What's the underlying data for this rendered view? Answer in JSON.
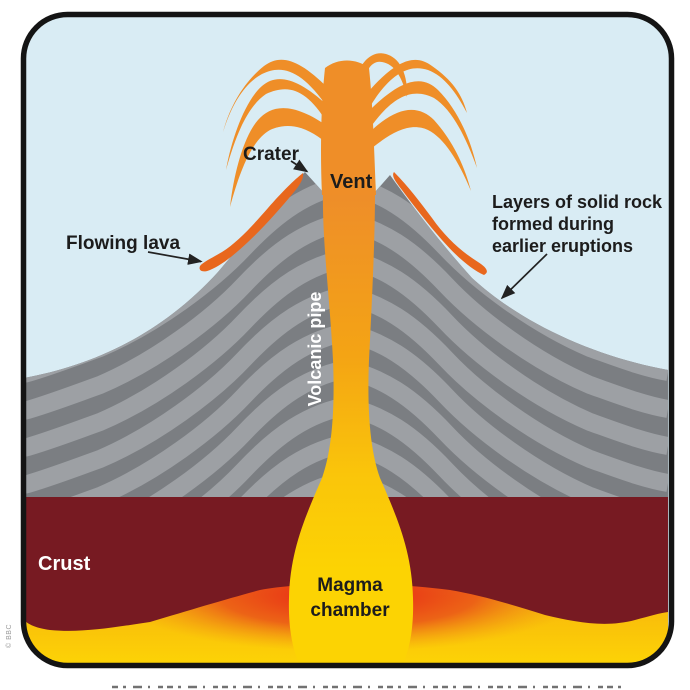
{
  "figure": {
    "subject": "Cross-section diagram of an erupting composite volcano"
  },
  "labels": {
    "crater": "Crater",
    "vent": "Vent",
    "flowing_lava": "Flowing lava",
    "layers_rock_line1": "Layers of solid rock",
    "layers_rock_line2": "formed during",
    "layers_rock_line3": "earlier eruptions",
    "volcanic_pipe": "Volcanic pipe",
    "crust": "Crust",
    "magma_chamber_line1": "Magma",
    "magma_chamber_line2": "chamber",
    "copyright": "© BBC"
  },
  "colors": {
    "sky": "#d9ecf4",
    "rock_dark": "#7b7e82",
    "rock_light": "#9da0a4",
    "lava_flow_orange": "#e8671d",
    "eruption_orange": "#ef8e28",
    "magma_yellow": "#fcd303",
    "crust_maroon": "#771a22",
    "glow_red": "#e2231a",
    "panel_border": "#141414"
  }
}
